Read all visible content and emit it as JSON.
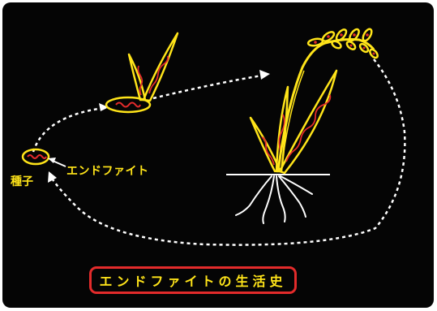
{
  "labels": {
    "seed": "種子",
    "endophyte": "エンドファイト",
    "title": "エンドファイトの生活史"
  },
  "colors": {
    "background": "#050505",
    "plant": "#ffe419",
    "hyphae": "#e32b2b",
    "arrow": "#ffffff",
    "roots": "#ffffff",
    "title_border": "#e32b2b"
  }
}
